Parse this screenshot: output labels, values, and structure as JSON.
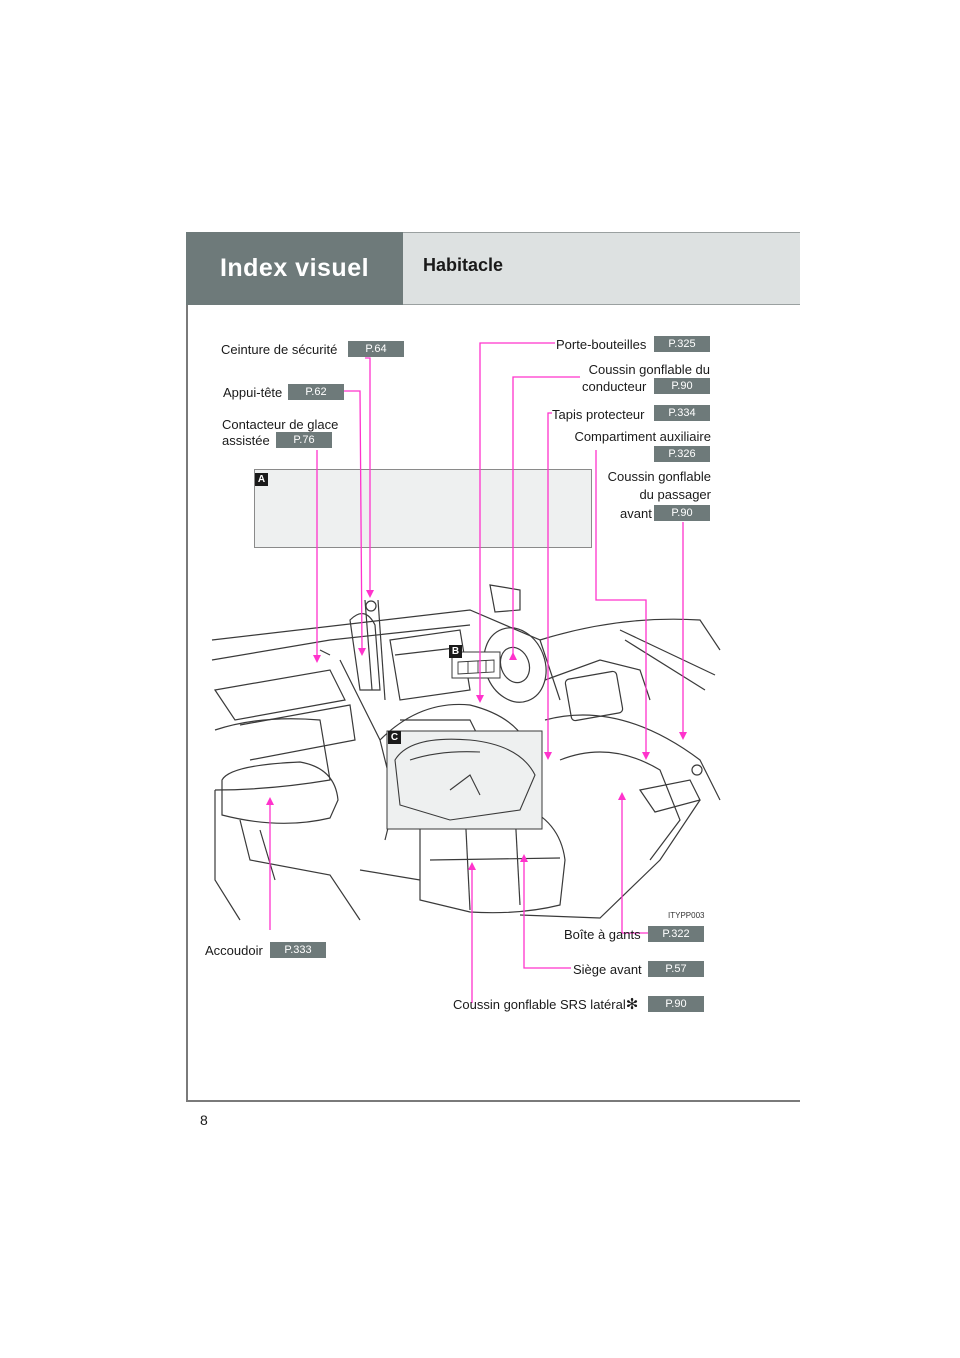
{
  "header": {
    "section": "Index visuel",
    "title": "Habitacle"
  },
  "markers": {
    "a": "A",
    "b": "B",
    "c": "C"
  },
  "labels": {
    "ceinture": {
      "text": "Ceinture de sécurité",
      "page": "P.64"
    },
    "appui_tete": {
      "text": "Appui-tête",
      "page": "P.62"
    },
    "contacteur": {
      "line1": "Contacteur de glace",
      "line2": "assistée",
      "page": "P.76"
    },
    "porte_bouteilles": {
      "text": "Porte-bouteilles",
      "page": "P.325"
    },
    "coussin_conducteur": {
      "line1": "Coussin gonflable du",
      "line2": "conducteur",
      "page": "P.90"
    },
    "tapis": {
      "text": "Tapis protecteur",
      "page": "P.334"
    },
    "compartiment": {
      "text": "Compartiment auxiliaire",
      "page": "P.326"
    },
    "coussin_passager": {
      "line1": "Coussin gonflable",
      "line2": "du passager",
      "line3": "avant",
      "page": "P.90"
    },
    "accoudoir": {
      "text": "Accoudoir",
      "page": "P.333"
    },
    "boite_gants": {
      "text": "Boîte à gants",
      "page": "P.322"
    },
    "siege_avant": {
      "text": "Siège avant",
      "page": "P.57"
    },
    "coussin_srs": {
      "text": "Coussin gonflable SRS latéral",
      "asterisk": "✻",
      "page": "P.90"
    }
  },
  "image_code": "ITYPP003",
  "page_number": "8",
  "colors": {
    "header_dark": "#6e7a7a",
    "header_light": "#dde1e1",
    "leader_line": "#ff33cc"
  }
}
